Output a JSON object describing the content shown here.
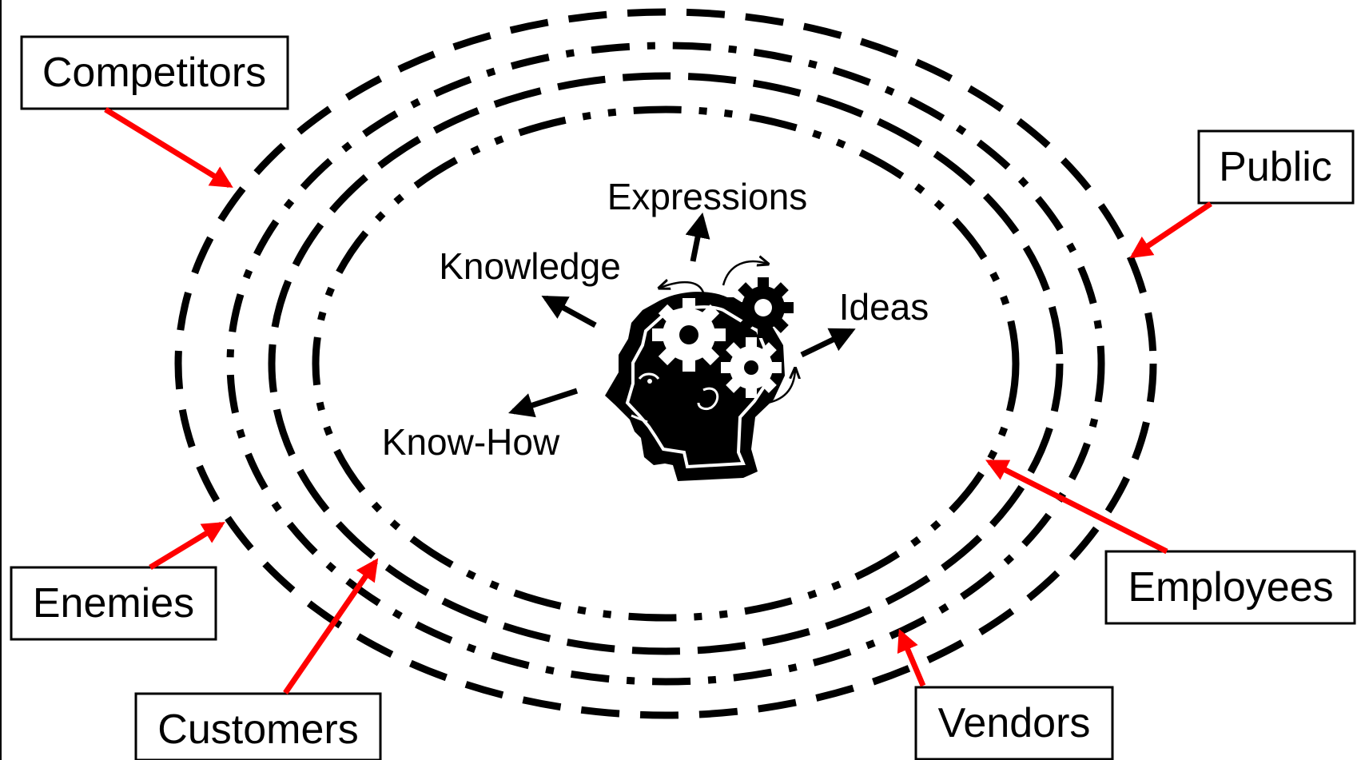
{
  "outer_labels": {
    "competitors": "Competitors",
    "public": "Public",
    "enemies": "Enemies",
    "employees": "Employees",
    "customers": "Customers",
    "vendors": "Vendors"
  },
  "inner_labels": {
    "expressions": "Expressions",
    "knowledge": "Knowledge",
    "ideas": "Ideas",
    "know_how": "Know-How"
  },
  "colors": {
    "ring_stroke": "#000000",
    "pointer_arrow": "#ff0000",
    "text": "#000000",
    "background": "#ffffff"
  },
  "icons": {
    "center": "head-with-gears-icon"
  }
}
